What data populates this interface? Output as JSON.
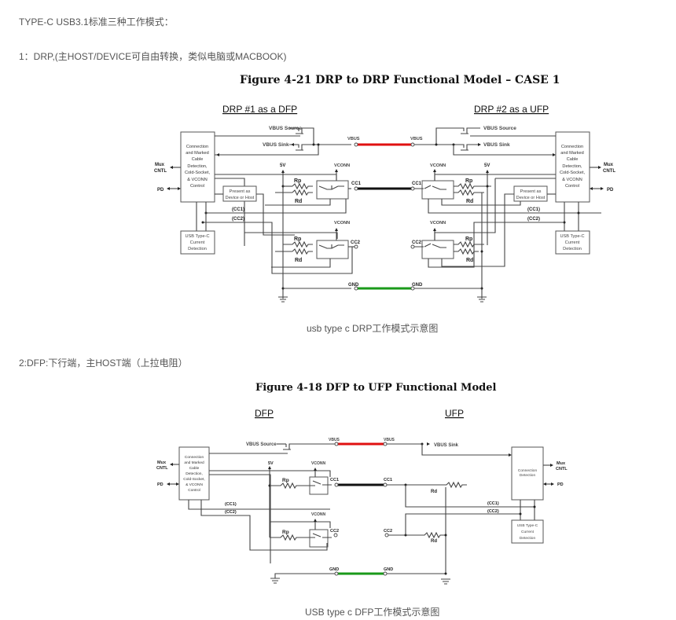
{
  "intro": "TYPE-C USB3.1标准三种工作模式：",
  "mode1": {
    "heading": "1：DRP,(主HOST/DEVICE可自由转换，类似电脑或MACBOOK)",
    "figure_title": "Figure 4-21  DRP to DRP Functional Model – CASE 1",
    "caption": "usb type c DRP工作模式示意图",
    "left_section": "DRP #1 as a DFP",
    "right_section": "DRP #2 as a UFP",
    "labels": {
      "vbus_source": "VBUS Source",
      "vbus_sink": "VBUS Sink",
      "vbus": "VBUS",
      "vconn": "VCONN",
      "five_v": "5V",
      "cc1": "CC1",
      "cc2": "CC2",
      "cc1_paren": "(CC1)",
      "cc2_paren": "(CC2)",
      "gnd": "GND",
      "rp": "Rp",
      "rd": "Rd",
      "mux": "Mux",
      "cntl": "CNTL",
      "pd": "PD",
      "ctrl_lines": [
        "Connection",
        "and Marked",
        "Cable",
        "Detection,",
        "Cold-Socket,",
        "& VCONN",
        "Control"
      ],
      "present_lines": [
        "Present as",
        "Device or Host"
      ],
      "current_lines": [
        "USB Type-C",
        "Current",
        "Detection"
      ]
    }
  },
  "mode2": {
    "heading": "2:DFP:下行端，主HOST端（上拉电阻）",
    "figure_title": "Figure 4-18  DFP to UFP Functional Model",
    "caption": "USB type c DFP工作模式示意图",
    "left_section": "DFP",
    "right_section": "UFP",
    "labels": {
      "vbus_source": "VBUS Source",
      "vbus_sink": "VBUS Sink",
      "vbus": "VBUS",
      "vconn": "VCONN",
      "five_v": "5V",
      "cc1": "CC1",
      "cc2": "CC2",
      "cc1_paren": "(CC1)",
      "cc2_paren": "(CC2)",
      "gnd": "GND",
      "rp": "Rp",
      "rd": "Rd",
      "mux": "Mux",
      "cntl": "CNTL",
      "pd": "PD",
      "ctrl_lines": [
        "Connection",
        "and Marked",
        "Cable",
        "Detection,",
        "Cold-Socket,",
        "& VCONN",
        "Control"
      ],
      "conn_det_lines": [
        "Connection",
        "Detection"
      ],
      "current_lines": [
        "USB Type-C",
        "Current",
        "Detection"
      ]
    }
  },
  "colors": {
    "vbus_cable": "#e01010",
    "cc_cable": "#111111",
    "gnd_cable": "#1a9a1a",
    "body_text": "#555555"
  }
}
